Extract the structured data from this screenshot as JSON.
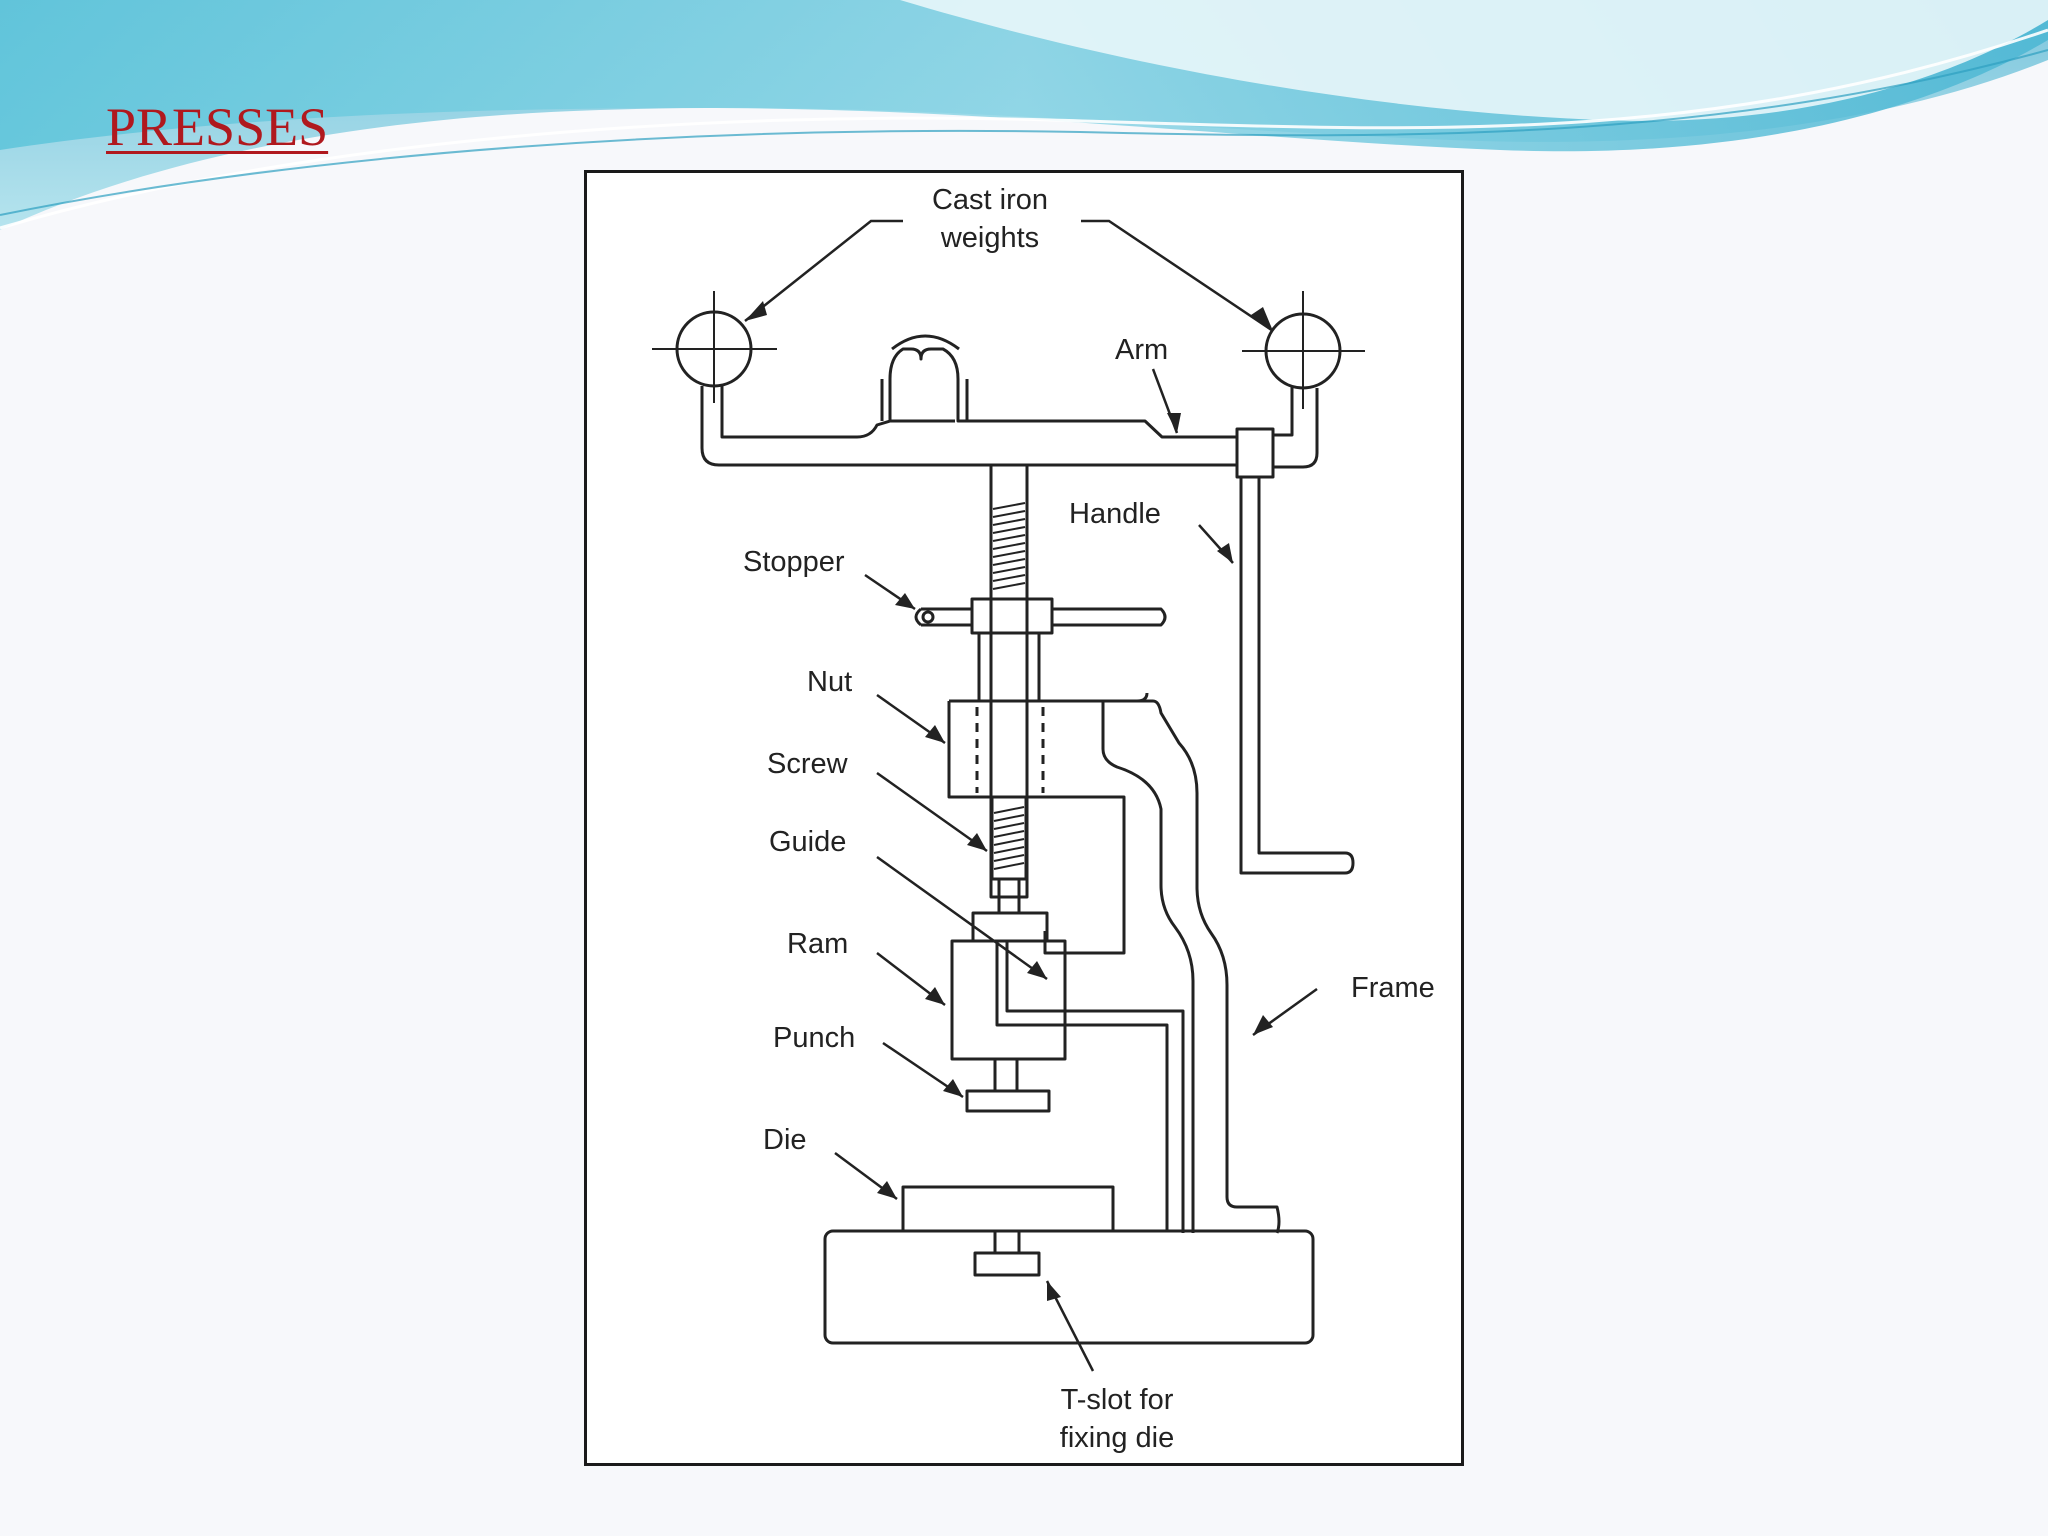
{
  "slide": {
    "title": "PRESSES",
    "colors": {
      "title": "#b0191e",
      "wave_light": "#bfe8f0",
      "wave_mid": "#7fd0e2",
      "wave_dark": "#3fb0cf"
    }
  },
  "diagram": {
    "labels": {
      "cast_iron_weights": [
        "Cast iron",
        "weights"
      ],
      "arm": "Arm",
      "handle": "Handle",
      "stopper": "Stopper",
      "nut": "Nut",
      "screw": "Screw",
      "guide": "Guide",
      "ram": "Ram",
      "punch": "Punch",
      "die": "Die",
      "frame": "Frame",
      "t_slot": [
        "T-slot for",
        "fixing die"
      ]
    }
  }
}
